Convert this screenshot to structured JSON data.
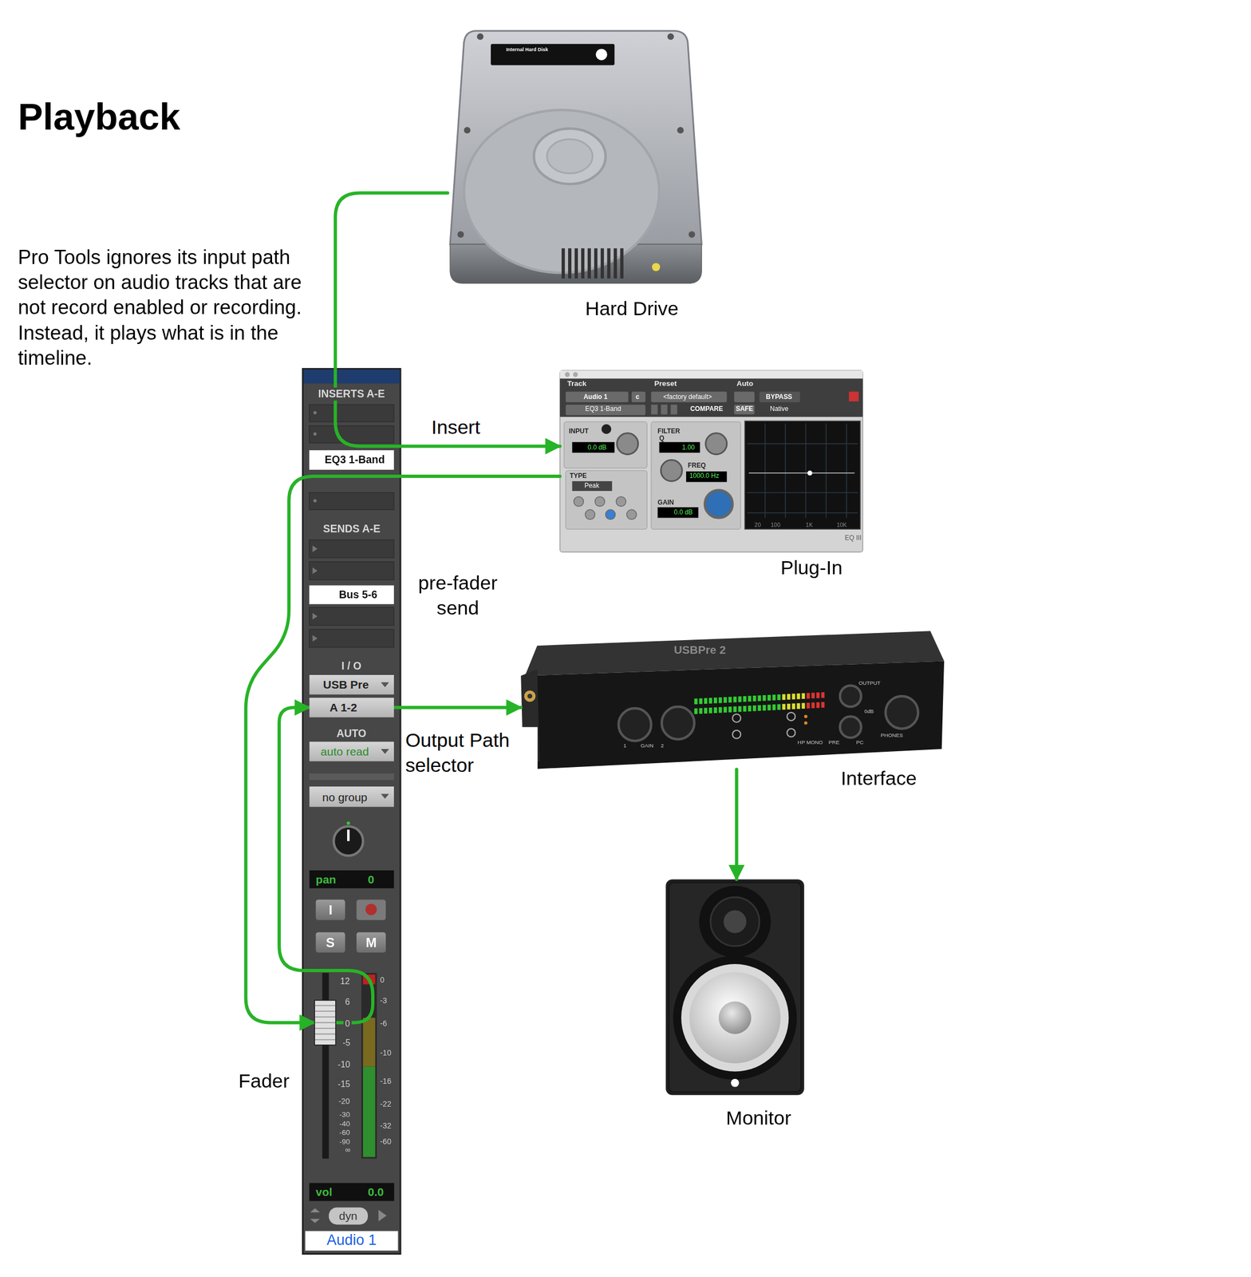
{
  "diagram": {
    "title": "Playback",
    "nodes": [
      {
        "text": [
          "Hard Drive"
        ]
      },
      {
        "text": [
          "INSERTS A-E",
          "SENDS A-E",
          "I / O",
          "AUTO"
        ]
      },
      {
        "text": [
          "EQ3 1-Band"
        ],
        "in": 1
      },
      {
        "text": [
          "Bus 5-6"
        ],
        "in": 1
      },
      {
        "text": [
          "USB Pre"
        ],
        "in": 1
      },
      {
        "text": [
          "A 1-2"
        ],
        "in": 1
      },
      {
        "text": [
          "auto read"
        ],
        "in": 1
      },
      {
        "text": [
          "no group"
        ],
        "in": 1
      },
      {
        "text": [
          "pan",
          "0"
        ],
        "in": 1
      },
      {
        "text": [
          "I"
        ],
        "in": 1
      },
      {
        "text": [
          "S"
        ],
        "in": 1
      },
      {
        "text": [
          "M"
        ],
        "in": 1
      },
      {
        "text": [
          "Fader"
        ],
        "in": 1
      },
      {
        "text": [
          "vol",
          "0.0"
        ],
        "in": 1
      },
      {
        "text": [
          "dyn"
        ],
        "in": 1
      },
      {
        "text": [
          "Audio 1"
        ],
        "in": 1
      },
      {
        "text": [
          "Plug-In"
        ]
      },
      {
        "text": [
          "Interface"
        ]
      },
      {
        "text": [
          "Monitor"
        ]
      }
    ],
    "edges": [
      {
        "from": 0,
        "to": 16,
        "label": "Insert",
        "arrow": "to"
      },
      {
        "from": 16,
        "to": 12,
        "arrow": "to"
      },
      {
        "from": 12,
        "to": 5,
        "arrow": "to"
      },
      {
        "from": 5,
        "to": 17,
        "label": "Output Path selector",
        "arrow": "to"
      },
      {
        "from": 17,
        "to": 18,
        "arrow": "to"
      }
    ],
    "labels": [
      "Pro Tools ignores its input path selector on audio tracks that are not record enabled or recording. Instead, it plays what is in the timeline.",
      "pre-fader send",
      "Internal Hard Disk",
      "12",
      "6",
      "0",
      "-5",
      "-10",
      "-15",
      "-20",
      "-30",
      "-40",
      "-60",
      "-90",
      "∞",
      "0",
      "-3",
      "-6",
      "-10",
      "-16",
      "-22",
      "-32",
      "-60",
      "Track",
      "Preset",
      "Auto",
      "Audio 1",
      "c",
      "<factory default>",
      "EQ3 1-Band",
      "COMPARE",
      "SAFE",
      "BYPASS",
      "Native",
      "INPUT",
      "0.0 dB",
      "FILTER",
      "Q",
      "1.00",
      "FREQ",
      "1000.0 Hz",
      "TYPE",
      "Peak",
      "GAIN",
      "0.0 dB",
      "20",
      "100",
      "1K",
      "10K",
      "EQ III",
      "USBPre 2",
      "GAIN",
      "1",
      "2",
      "OUTPUT",
      "PHONES",
      "HP MONO",
      "PRE",
      "PC",
      "0dB"
    ]
  }
}
